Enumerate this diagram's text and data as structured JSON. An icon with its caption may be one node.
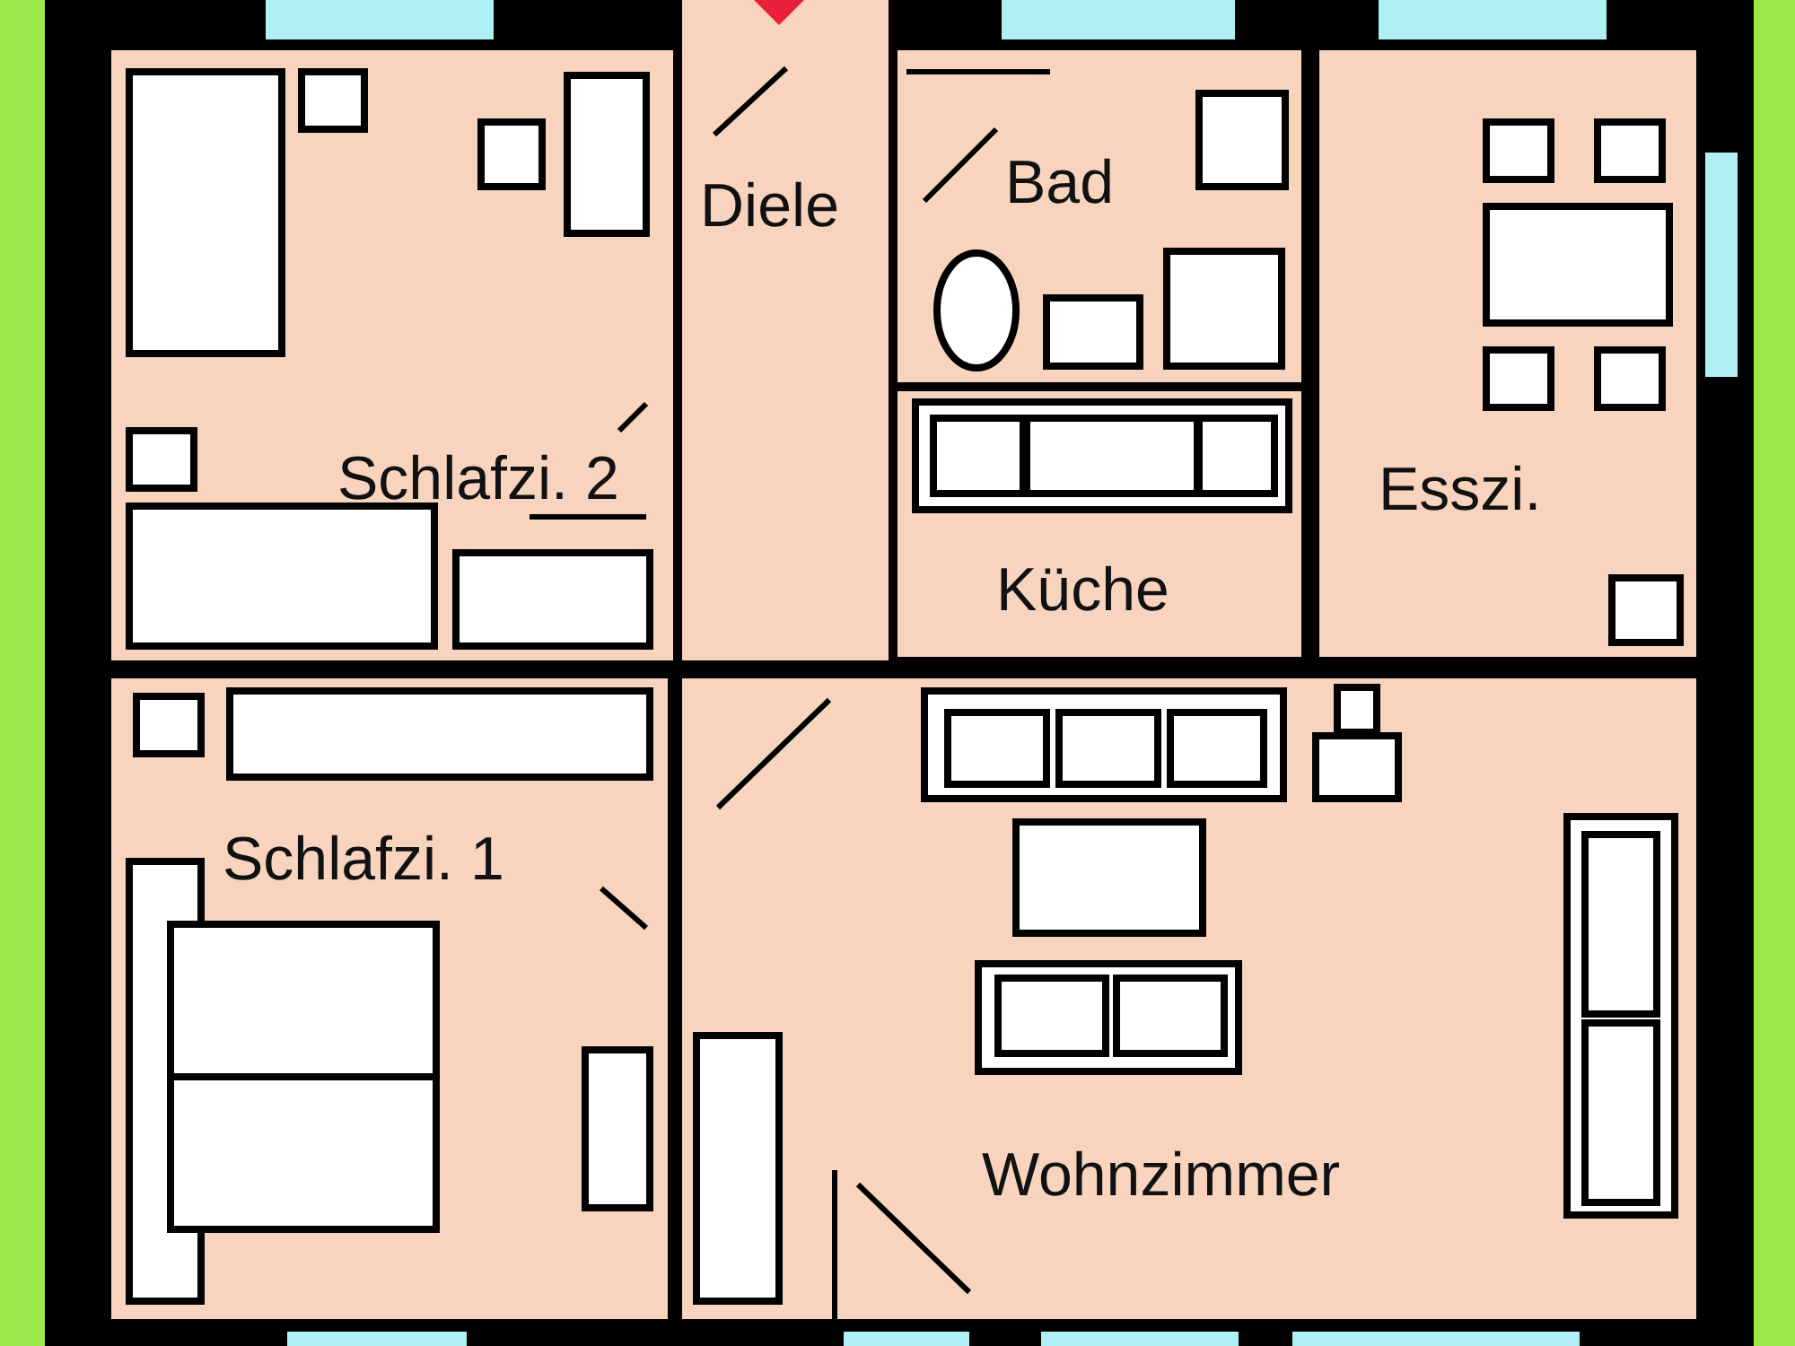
{
  "diagram": {
    "nodes": [
      {
        "text": [
          "Schlafzi. 2"
        ]
      },
      {
        "text": [
          "Diele"
        ]
      },
      {
        "text": [
          "Bad"
        ]
      },
      {
        "text": [
          "Esszi."
        ]
      },
      {
        "text": [
          "Küche"
        ]
      },
      {
        "text": [
          "Schlafzi. 1"
        ]
      },
      {
        "text": [
          "Wohnzimmer"
        ]
      }
    ]
  }
}
